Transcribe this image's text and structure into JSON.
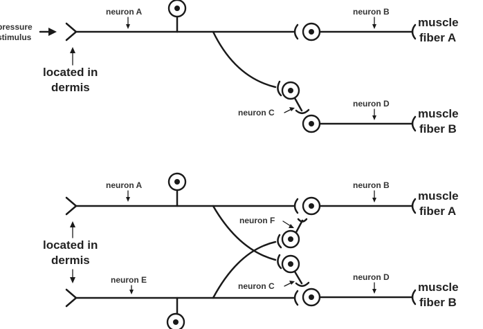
{
  "panel_top": {
    "stimulus_label_line1": "pressure",
    "stimulus_label_line2": "stimulus",
    "neuron_a": "neuron A",
    "neuron_b": "neuron B",
    "neuron_c": "neuron C",
    "neuron_d": "neuron D",
    "muscle_a_line1": "muscle",
    "muscle_a_line2": "fiber A",
    "muscle_b_line1": "muscle",
    "muscle_b_line2": "fiber B",
    "location_line1": "located in",
    "location_line2": "dermis"
  },
  "panel_bottom": {
    "neuron_a": "neuron A",
    "neuron_b": "neuron B",
    "neuron_c": "neuron C",
    "neuron_d": "neuron D",
    "neuron_e": "neuron E",
    "neuron_f": "neuron F",
    "muscle_a_line1": "muscle",
    "muscle_a_line2": "fiber A",
    "muscle_b_line1": "muscle",
    "muscle_b_line2": "fiber B",
    "location_line1": "located in",
    "location_line2": "dermis"
  }
}
